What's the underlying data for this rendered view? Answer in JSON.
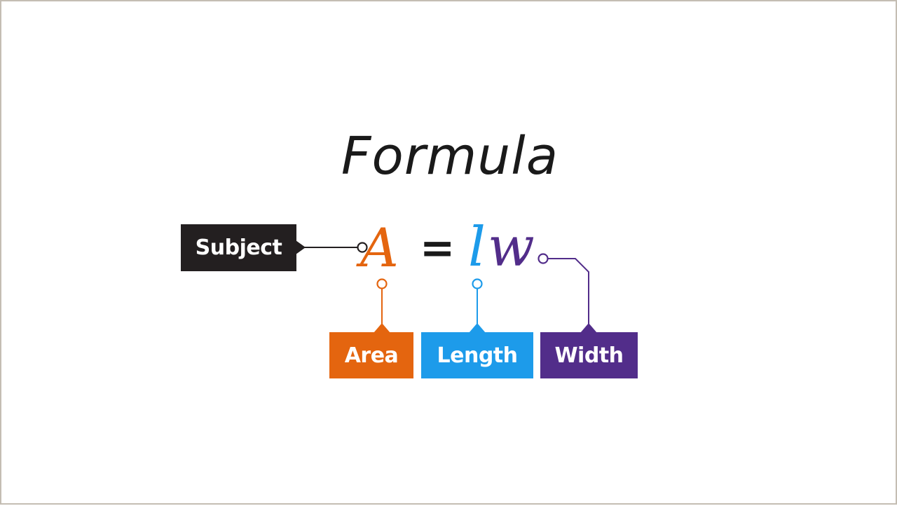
{
  "title": "Formula",
  "formula": {
    "subject_symbol": "A",
    "equals": "=",
    "term_l": "l",
    "term_w": "w"
  },
  "labels": {
    "subject": "Subject",
    "area": "Area",
    "length": "Length",
    "width": "Width"
  },
  "colors": {
    "subject": "#231f20",
    "area": "#e4650f",
    "length": "#1d9bea",
    "width": "#522d8a",
    "border": "#c4bdb3"
  }
}
